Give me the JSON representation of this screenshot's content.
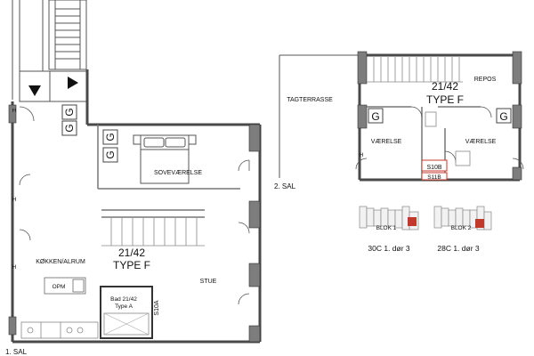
{
  "palette": {
    "wall": "#4a4a4a",
    "wall_fill": "#7d7d7d",
    "line": "#8a8a8a",
    "highlight": "#c0392b",
    "label_border": "#c0392b"
  },
  "floor1": {
    "label": "1. SAL",
    "apartment_no": "21/42",
    "apartment_type": "TYPE F",
    "rooms": {
      "bedroom": "SOVEVÆRELSE",
      "kitchen": "KØKKEN/ALRUM",
      "living": "STUE"
    },
    "bath_line1": "Bad 21/42",
    "bath_line2": "Type A",
    "bath_code": "S10A",
    "appliance": "OPM",
    "storage_marks": [
      "G",
      "G",
      "G",
      "G"
    ],
    "wall_marks": [
      "H",
      "H",
      "H"
    ]
  },
  "floor2": {
    "label": "2. SAL",
    "apartment_no": "21/42",
    "apartment_type": "TYPE F",
    "rooms": {
      "terrace": "TAGTERRASSE",
      "landing": "REPOS",
      "room_left": "VÆRELSE",
      "room_right": "VÆRELSE"
    },
    "storage_marks": [
      "G",
      "G"
    ],
    "code_main": "S10B",
    "code_cut": "S11B",
    "wall_mark": "H"
  },
  "keys": [
    {
      "block": "BLOK 1",
      "caption": "30C 1. dør 3"
    },
    {
      "block": "BLOK 2",
      "caption": "28C 1. dør 3"
    }
  ]
}
